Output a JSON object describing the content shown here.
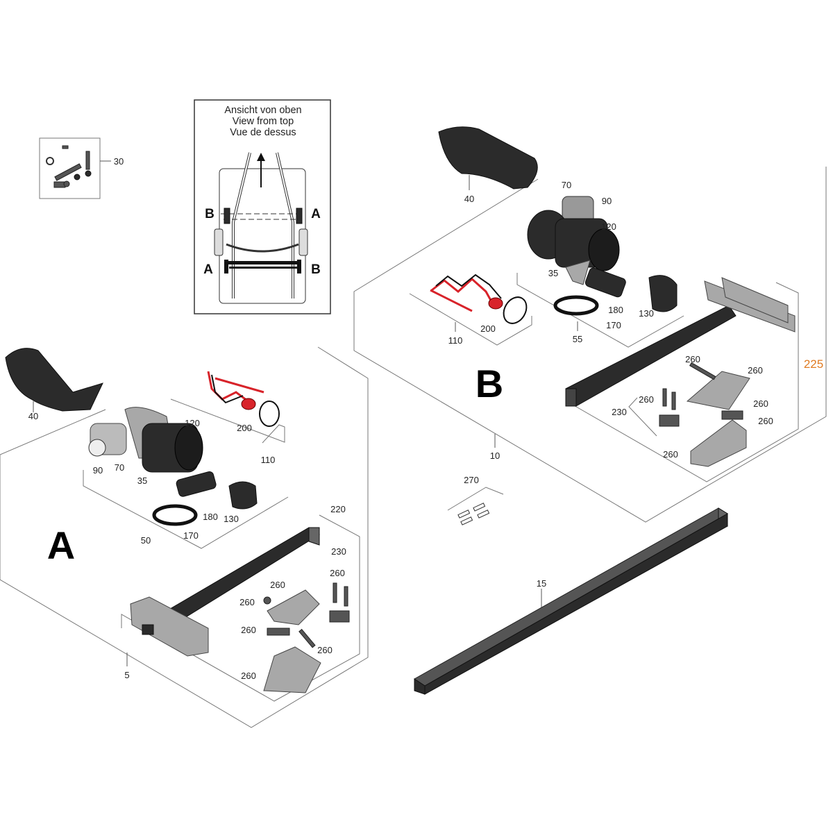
{
  "inset": {
    "title_de": "Ansicht von oben",
    "title_en": "View from top",
    "title_fr": "Vue de dessus",
    "markers": {
      "top_left": "B",
      "top_right": "A",
      "bottom_left": "A",
      "bottom_right": "B"
    }
  },
  "groups": {
    "A": {
      "letter": "A"
    },
    "B": {
      "letter": "B"
    }
  },
  "labels": {
    "l30": "30",
    "b40": "40",
    "b70": "70",
    "b90": "90",
    "b120": "120",
    "b35": "35",
    "b180": "180",
    "b130": "130",
    "b170": "170",
    "b55": "55",
    "b110": "110",
    "b200": "200",
    "b10": "10",
    "b225": "225",
    "b260a": "260",
    "b260b": "260",
    "b260c": "260",
    "b260d": "260",
    "b260e": "260",
    "b230": "230",
    "b260f": "260",
    "l270": "270",
    "a40": "40",
    "a120": "120",
    "a200": "200",
    "a110": "110",
    "a90": "90",
    "a70": "70",
    "a35": "35",
    "a180": "180",
    "a130": "130",
    "a50": "50",
    "a170": "170",
    "a220": "220",
    "a230": "230",
    "a260a": "260",
    "a260b": "260",
    "a260c": "260",
    "a260d": "260",
    "a260e": "260",
    "a260f": "260",
    "a5": "5",
    "l15": "15"
  },
  "colors": {
    "callout_225": "#e07b22",
    "wire_red": "#d8232a"
  }
}
